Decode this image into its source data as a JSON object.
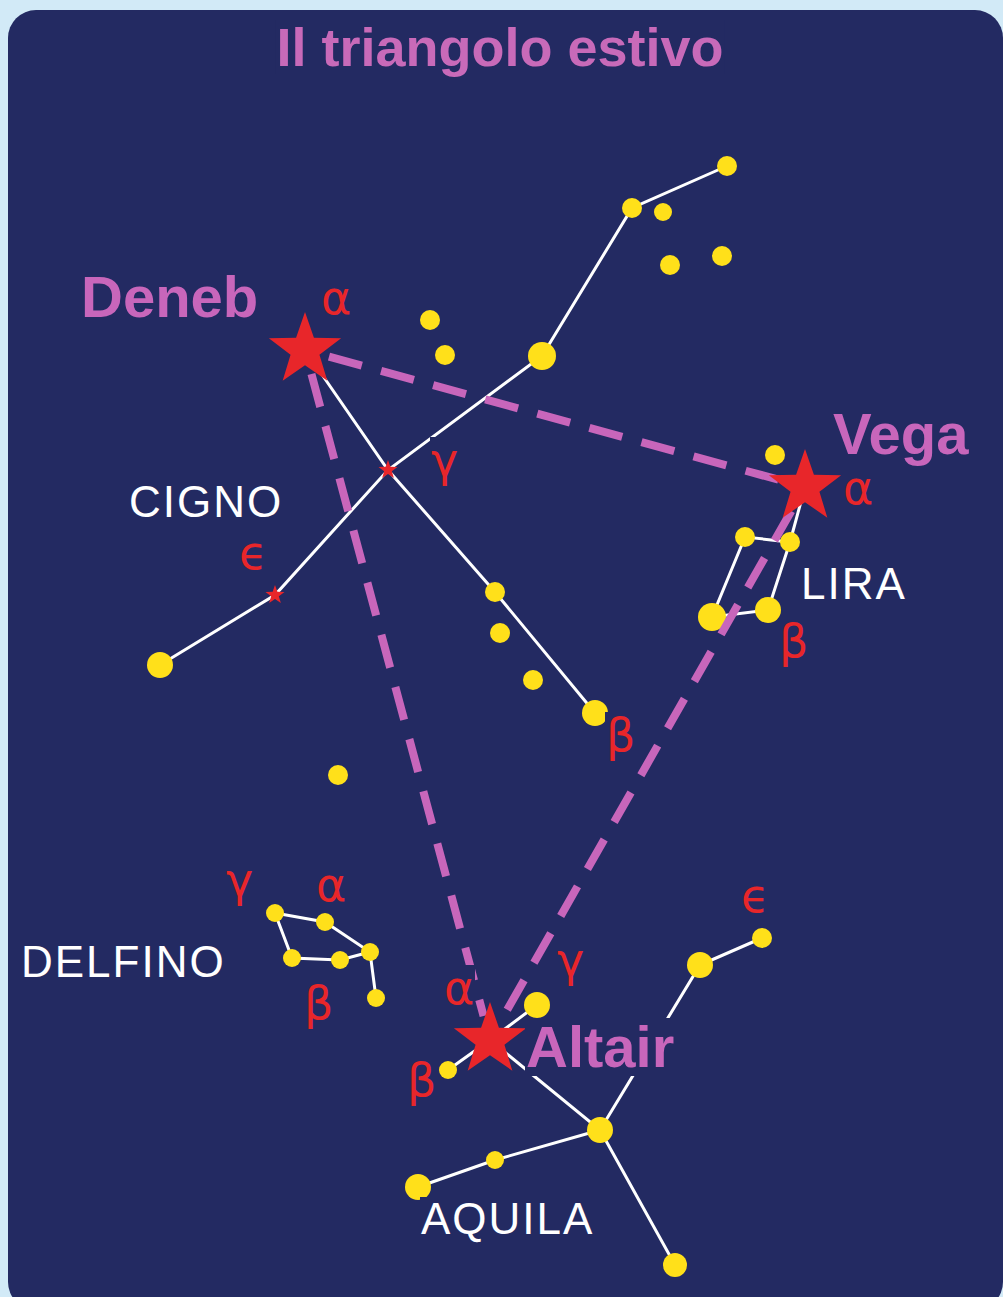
{
  "diagram": {
    "title": "Il triangolo estivo",
    "nodes": [
      {
        "text": [
          "Deneb",
          "α"
        ]
      },
      {
        "text": [
          "Vega",
          "α"
        ]
      },
      {
        "text": [
          "Altair",
          "α"
        ]
      }
    ],
    "edges": [
      {
        "from": 0,
        "to": 1,
        "arrow": "none"
      },
      {
        "from": 0,
        "to": 2,
        "arrow": "none"
      },
      {
        "from": 1,
        "to": 2,
        "arrow": "none"
      }
    ],
    "labels": [
      "CIGNO",
      "γ",
      "ϵ",
      "β",
      "LIRA",
      "β",
      "DELFINO",
      "γ",
      "α",
      "β",
      "β",
      "γ",
      "ϵ",
      "AQUILA"
    ]
  }
}
